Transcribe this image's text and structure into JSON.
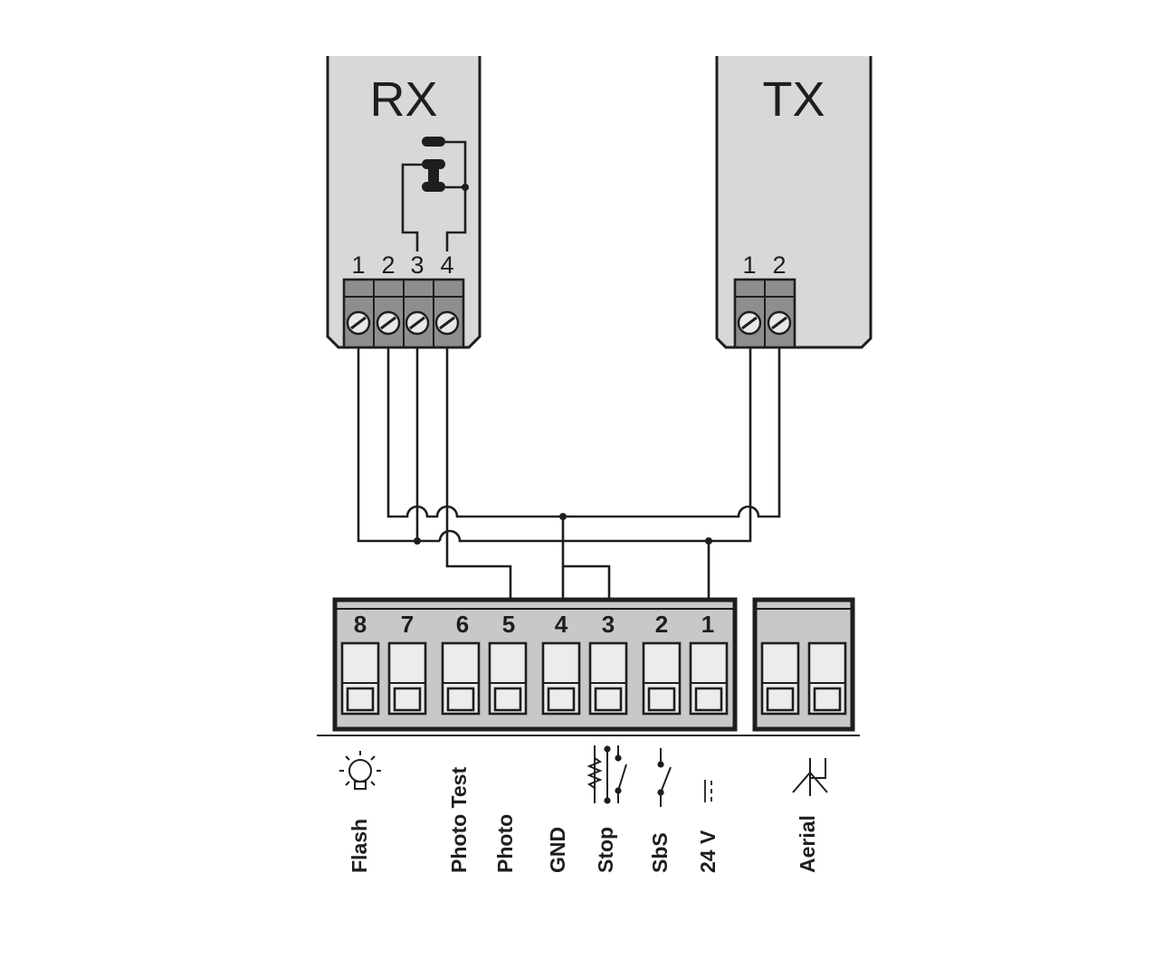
{
  "devices": {
    "rx": {
      "title": "RX",
      "terminals": [
        "1",
        "2",
        "3",
        "4"
      ]
    },
    "tx": {
      "title": "TX",
      "terminals": [
        "1",
        "2"
      ]
    }
  },
  "control_board": {
    "terminals": [
      "8",
      "7",
      "6",
      "5",
      "4",
      "3",
      "2",
      "1"
    ]
  },
  "functions": {
    "flash": "Flash",
    "photo_test": "Photo Test",
    "photo": "Photo",
    "gnd": "GND",
    "stop": "Stop",
    "sbs": "SbS",
    "v24": "24 V",
    "aerial": "Aerial"
  },
  "icons": {
    "flash": "lamp-icon",
    "stop": "nc-contact-icon",
    "sbs": "no-contact-icon",
    "v24": "dc-symbol-icon",
    "aerial": "antenna-icon"
  },
  "colors": {
    "device_fill": "#d8d8d8",
    "terminal_fill": "#8e8e8e",
    "board_fill": "#c8c8c8",
    "line": "#1e1e1e"
  }
}
